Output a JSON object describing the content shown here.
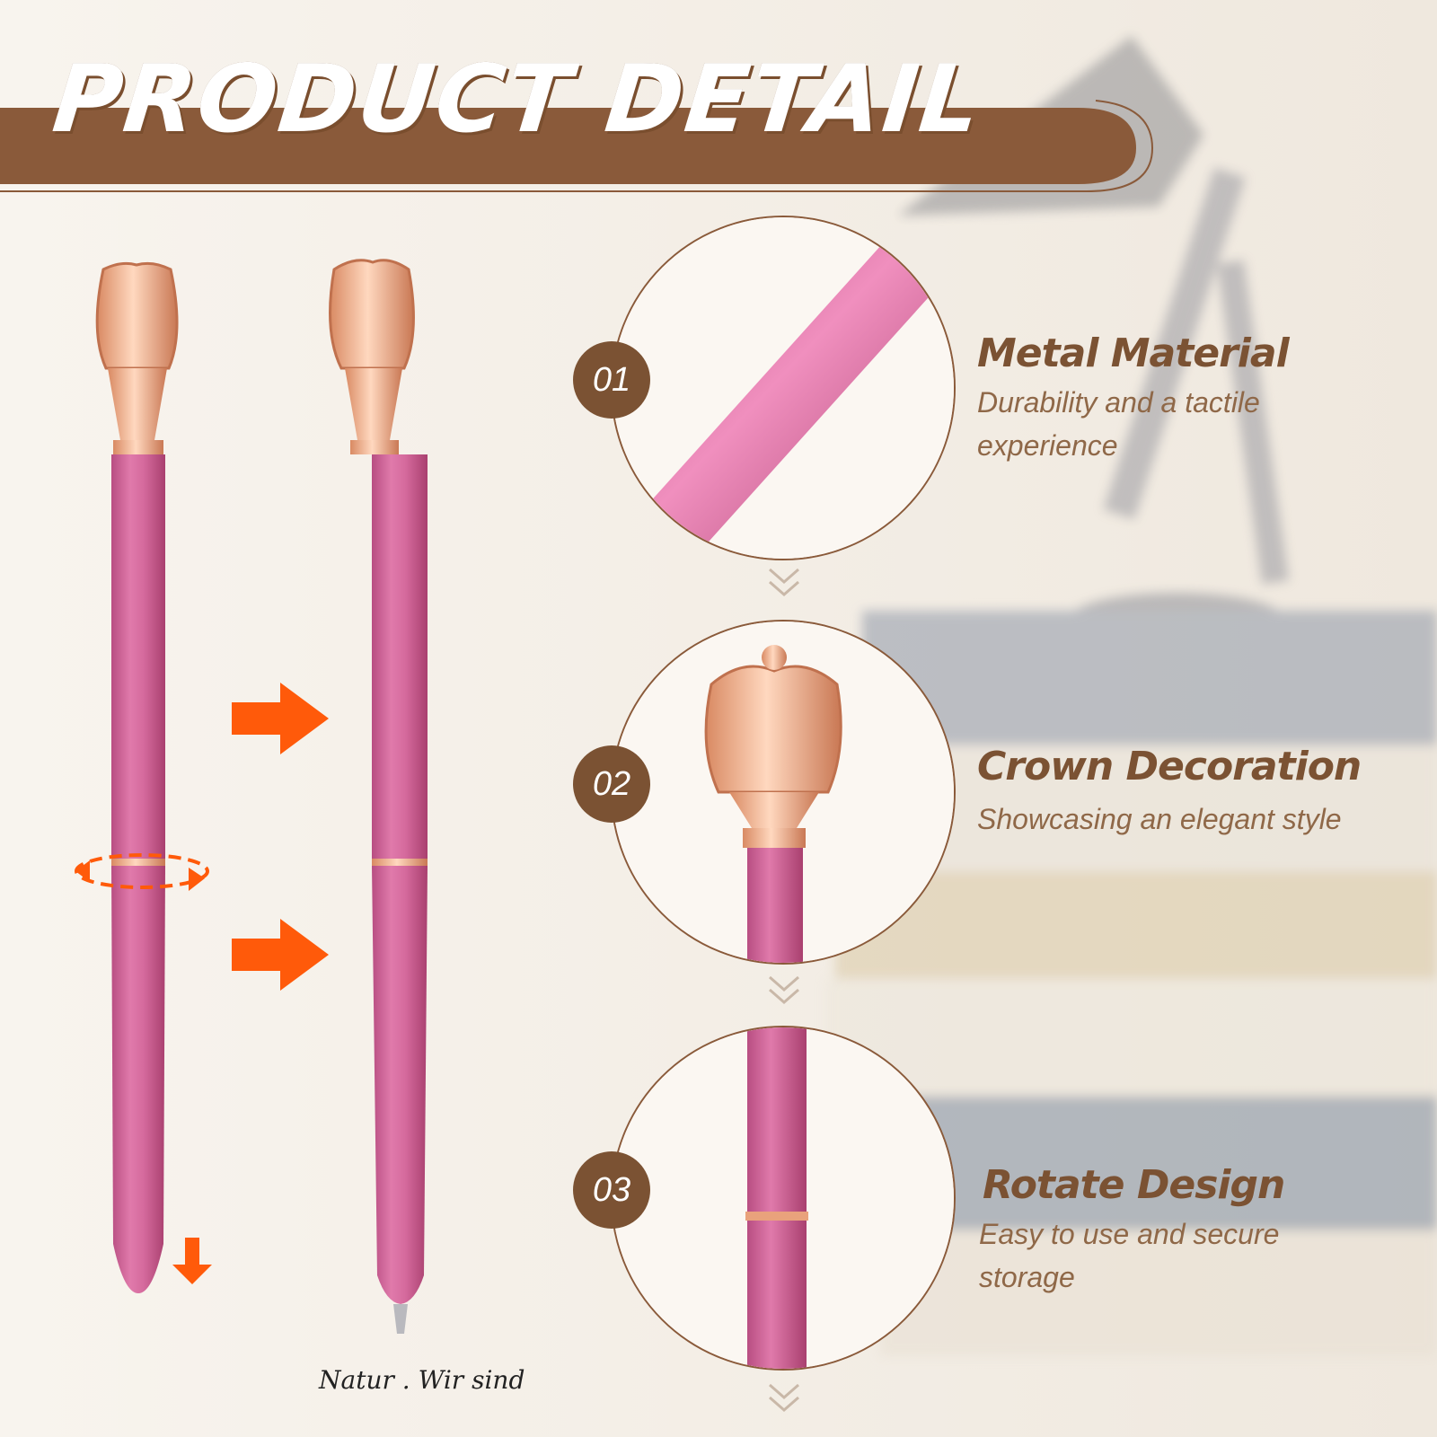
{
  "header": {
    "title": "PRODUCT DETAIL"
  },
  "colors": {
    "brown": "#7b5233",
    "pink": "#d36a9c",
    "rose_gold": "#f0a882",
    "orange": "#ff5a0a"
  },
  "features": [
    {
      "number": "01",
      "title": "Metal Material",
      "description": "Durability and a tactile experience"
    },
    {
      "number": "02",
      "title": "Crown Decoration",
      "description": "Showcasing an elegant style"
    },
    {
      "number": "03",
      "title": "Rotate Design",
      "description": "Easy to use and secure storage"
    }
  ],
  "signature": {
    "text": "Natur . Wir sind"
  },
  "icons": {
    "arrow": "arrow-right-icon",
    "rotate": "rotate-icon",
    "arrow_down": "arrow-down-icon",
    "chevron": "chevron-down-icon"
  }
}
